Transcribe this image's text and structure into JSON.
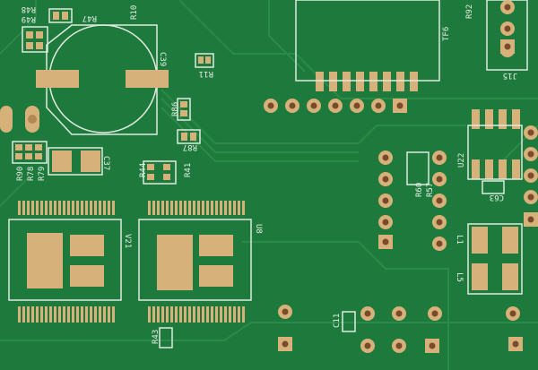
{
  "colors": {
    "board": "#1e7a3c",
    "copper_pad": "#d6b27a",
    "silkscreen": "#e6efe6",
    "trace": "#2a8a47"
  },
  "labels": {
    "r48": "R48",
    "r49": "R49",
    "r47": "R47",
    "r10": "R10",
    "c39": "C39",
    "r11": "R11",
    "r86": "R86",
    "r87": "R87",
    "r90": "R90",
    "r78": "R78",
    "r79": "R79",
    "c37": "C37",
    "r44": "R44",
    "r41": "R41",
    "v21": "V21",
    "u8": "U8",
    "tf6": "TF6",
    "r92": "R92",
    "j15": "J15",
    "u22": "U22",
    "r60": "R60",
    "r57": "R57",
    "c63": "C63",
    "c11": "C11",
    "r43": "R43",
    "l1": "L1",
    "l5": "L5"
  }
}
